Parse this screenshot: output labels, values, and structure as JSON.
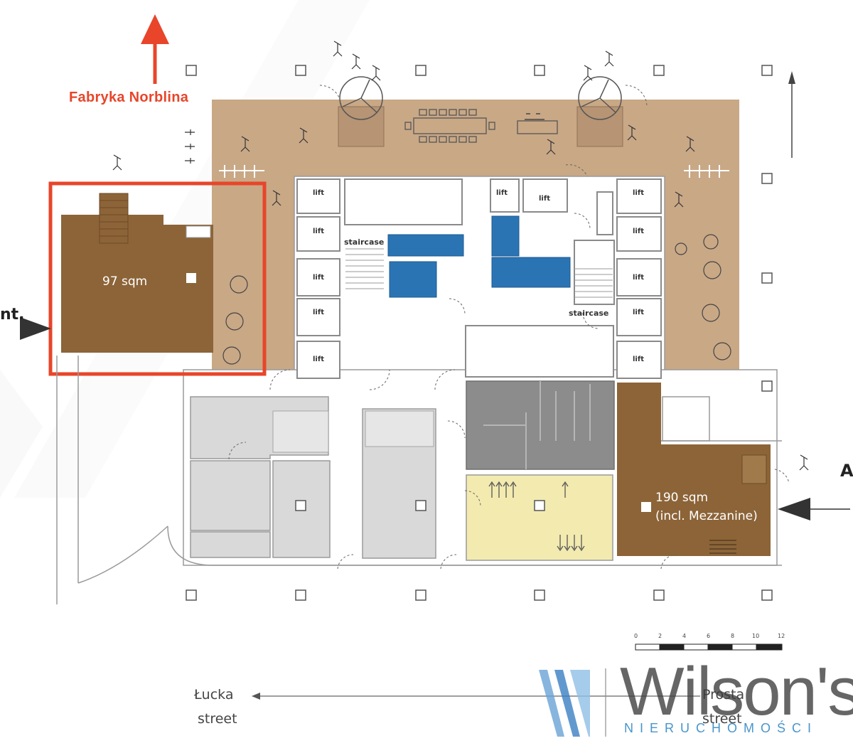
{
  "north_label": "Fabryka Norblina",
  "left_entrance_label": "nt.",
  "right_entrance_label": "A",
  "units": [
    {
      "area": "97 sqm"
    },
    {
      "area_line1": "190 sqm",
      "area_line2": "(incl. Mezzanine)"
    }
  ],
  "lift_label": "lift",
  "staircase_label": "staircase",
  "streets": {
    "left_line1": "Łucka",
    "left_line2": "street",
    "right_line1": "Prosta",
    "right_line2": "street"
  },
  "scale_labels": [
    "0",
    "2",
    "4",
    "6",
    "8",
    "10",
    "12"
  ],
  "logo": {
    "name": "Wilson's",
    "tagline": "NIERUCHOMOŚCI"
  },
  "colors": {
    "courtyard": "#c9a886",
    "unit": "#8c6438",
    "highlight": "#e8452a",
    "lift_blue": "#2b74b4",
    "light_grey": "#d9d9d9",
    "dark_grey": "#8c8c8c",
    "yellow": "#f3eab0"
  }
}
